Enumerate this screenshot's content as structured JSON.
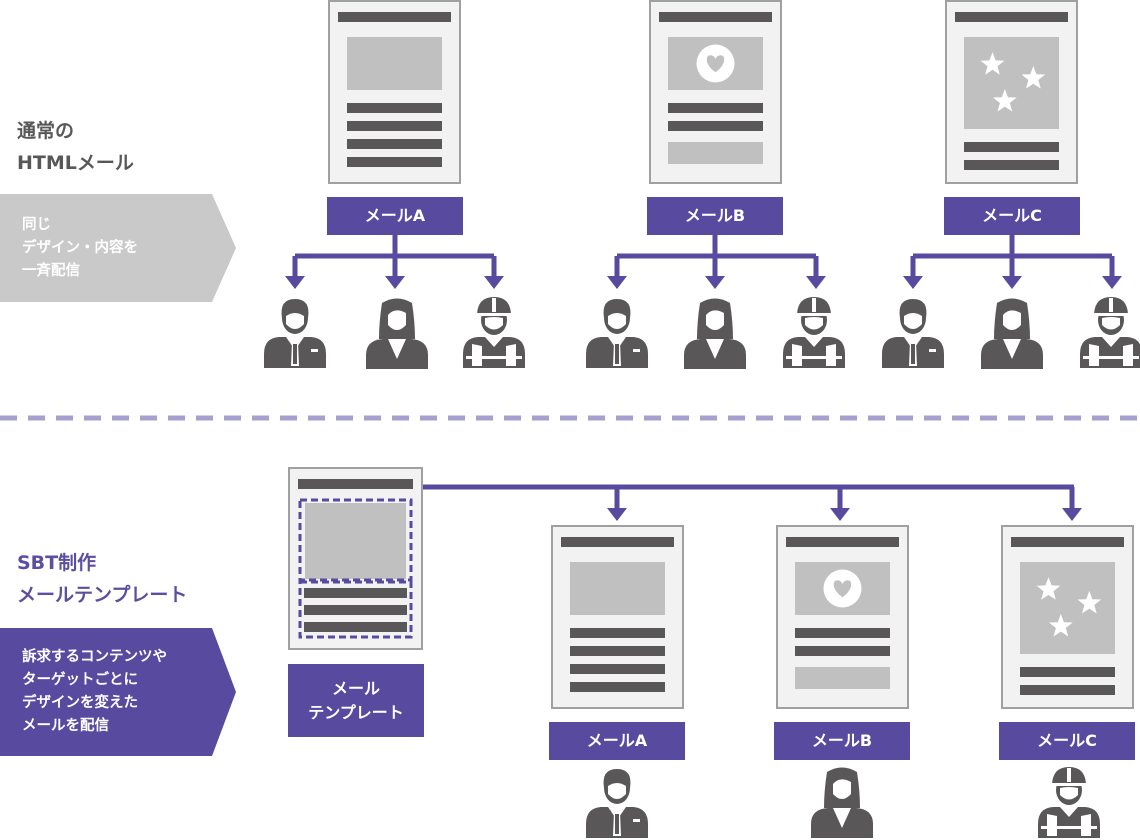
{
  "top_section": {
    "title_lines": [
      "通常の",
      "HTMLメール"
    ],
    "banner_lines": [
      "同じ",
      "デザイン・内容を",
      "一斉配信"
    ],
    "mails": [
      "メールA",
      "メールB",
      "メールC"
    ]
  },
  "bottom_section": {
    "title_lines": [
      "SBT制作",
      "メールテンプレート"
    ],
    "banner_lines": [
      "訴求するコンテンツや",
      "ターゲットごとに",
      "デザインを変えた",
      "メールを配信"
    ],
    "template_label_lines": [
      "メール",
      "テンプレート"
    ],
    "mails": [
      "メールA",
      "メールB",
      "メールC"
    ]
  },
  "icons": {
    "documents": [
      "document-plain-icon",
      "document-heart-icon",
      "document-stars-icon",
      "document-template-icon"
    ],
    "recipients": [
      "businessman-icon",
      "businesswoman-icon",
      "worker-helmet-icon"
    ],
    "connectors": [
      "arrow-down-icon"
    ]
  },
  "colors": {
    "accent": "#574a9f",
    "banner_gray": "#c9c9ca",
    "doc_border": "#9fa0a0",
    "doc_fill": "#f2f2f2",
    "doc_bar": "#595757",
    "doc_block": "#c0c0c0",
    "person": "#595757",
    "separator": "#a6a0cf"
  }
}
